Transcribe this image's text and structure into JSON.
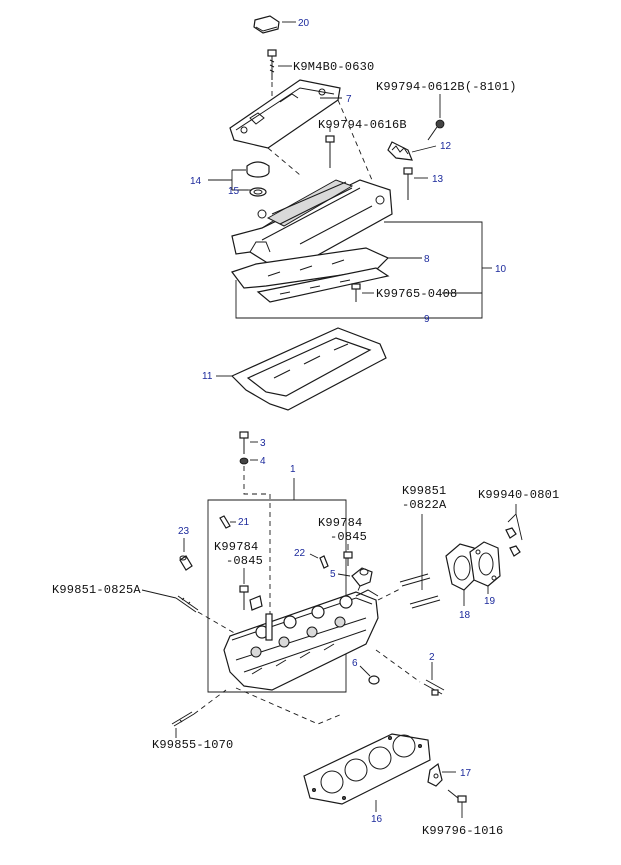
{
  "part_numbers": {
    "k9m4b0_0630": "K9M4B0-0630",
    "k99794_0612b": "K99794-0612B(-8101)",
    "k99794_0616b": "K99794-0616B",
    "k99765_0408": "K99765-0408",
    "k99851_0822a_1": "K99851",
    "k99851_0822a_2": "-0822A",
    "k99940_0801": "K99940-0801",
    "k99784_r_1": "K99784",
    "k99784_r_2": "-0845",
    "k99784_l_1": "K99784",
    "k99784_l_2": "-0845",
    "k99851_0825a": "K99851-0825A",
    "k99855_1070": "K99855-1070",
    "k99796_1016": "K99796-1016"
  },
  "callouts": {
    "c1": "1",
    "c2": "2",
    "c3": "3",
    "c4": "4",
    "c5": "5",
    "c6": "6",
    "c7": "7",
    "c8": "8",
    "c9": "9",
    "c10": "10",
    "c11": "11",
    "c12": "12",
    "c13": "13",
    "c14": "14",
    "c15": "15",
    "c16": "16",
    "c17": "17",
    "c18": "18",
    "c19": "19",
    "c20": "20",
    "c21": "21",
    "c22": "22",
    "c23": "23"
  },
  "colors": {
    "callout": "#1c2a9c",
    "line": "#1a1a1a"
  }
}
